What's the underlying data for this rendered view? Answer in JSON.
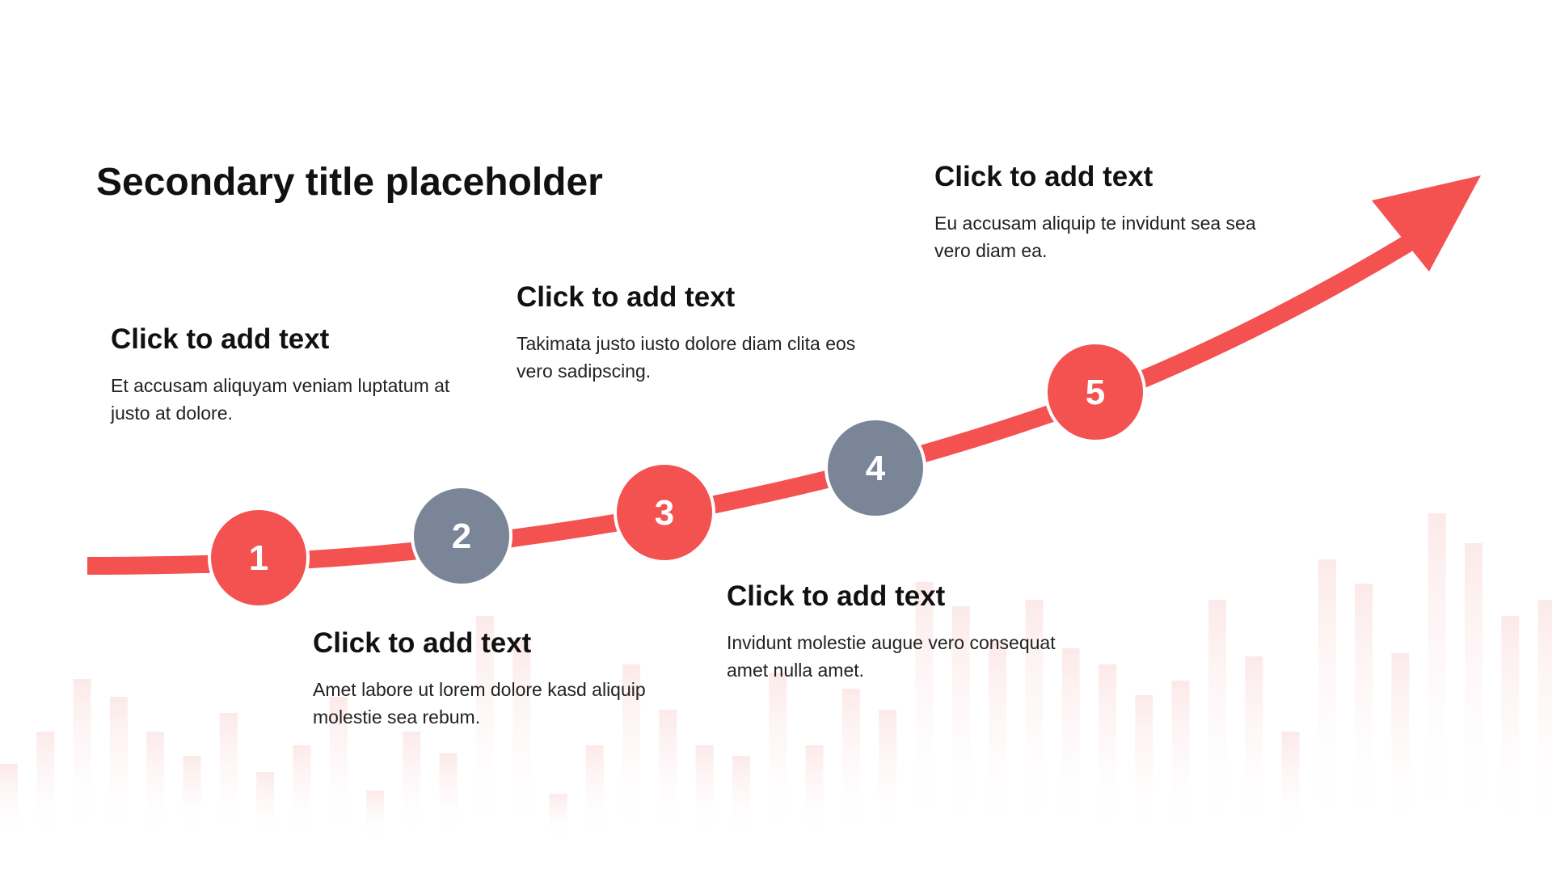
{
  "title": "Secondary title placeholder",
  "colors": {
    "accent": "#F45151",
    "neutral": "#7A8597",
    "text": "#111111",
    "background_bars": "#FDEEEE"
  },
  "steps": [
    {
      "number": "1",
      "heading": "Click to add text",
      "body": "Et accusam aliquyam veniam luptatum at justo at dolore.",
      "color": "#F45151"
    },
    {
      "number": "2",
      "heading": "Click to add text",
      "body": "Amet labore ut lorem dolore kasd aliquip molestie sea rebum.",
      "color": "#7A8597"
    },
    {
      "number": "3",
      "heading": "Click to add text",
      "body": "Takimata justo iusto dolore diam clita eos vero sadipscing.",
      "color": "#F45151"
    },
    {
      "number": "4",
      "heading": "Click to add text",
      "body": "Invidunt molestie augue vero consequat amet nulla amet.",
      "color": "#7A8597"
    },
    {
      "number": "5",
      "heading": "Click to add text",
      "body": "Eu accusam aliquip te invidunt sea sea vero diam ea.",
      "color": "#F45151"
    }
  ]
}
